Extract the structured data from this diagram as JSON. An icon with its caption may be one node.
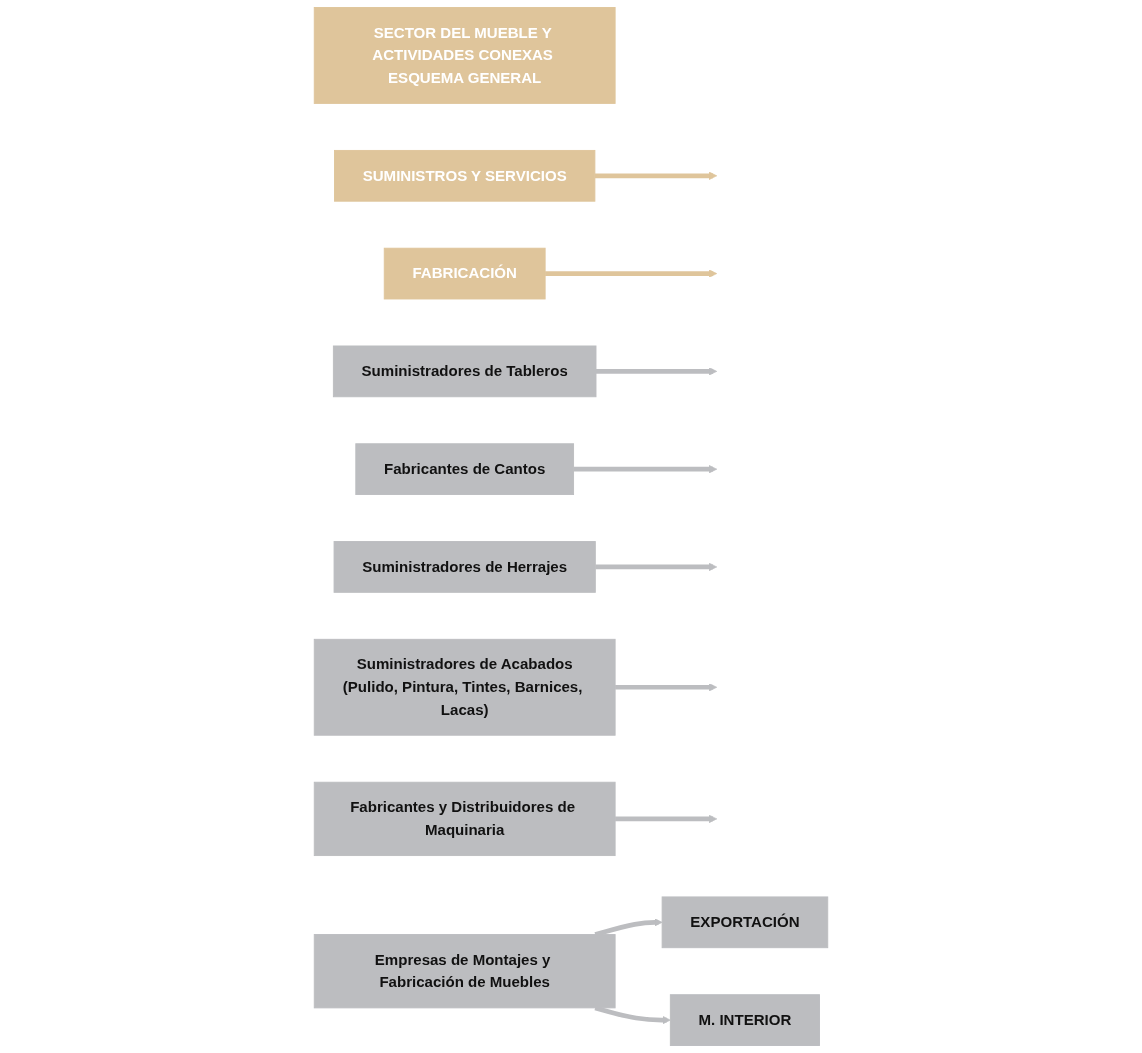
{
  "diagram": {
    "nodes": [
      {
        "text": [
          "SECTOR DEL MUEBLE Y ACTIVIDADES CONEXAS ESQUEMA GENERAL"
        ]
      },
      {
        "text": [
          "SUMINISTROS Y SERVICIOS"
        ]
      },
      {
        "text": [
          "FABRICACIÓN"
        ]
      },
      {
        "text": [
          "Suministradores de Tableros"
        ]
      },
      {
        "text": [
          "Fabricantes de Cantos"
        ]
      },
      {
        "text": [
          "Suministradores de Herrajes"
        ]
      },
      {
        "text": [
          "Suministradores de Acabados",
          "(Pulido, Pintura, Tintes, Barnices, Lacas)"
        ]
      },
      {
        "text": [
          "Fabricantes y Distribuidores de Maquinaria"
        ]
      },
      {
        "text": [
          "Empresas de Montajes y Fabricación de Muebles"
        ]
      },
      {
        "text": [
          "EXPORTACIÓN"
        ]
      },
      {
        "text": [
          "M. INTERIOR"
        ]
      }
    ],
    "edges": [
      {
        "from": 1,
        "to": null,
        "arrow": "to",
        "color": "#dfc59b"
      },
      {
        "from": 2,
        "to": null,
        "arrow": "to",
        "color": "#dfc59b"
      },
      {
        "from": 3,
        "to": null,
        "arrow": "to"
      },
      {
        "from": 4,
        "to": null,
        "arrow": "to"
      },
      {
        "from": 5,
        "to": null,
        "arrow": "to"
      },
      {
        "from": 6,
        "to": null,
        "arrow": "to"
      },
      {
        "from": 7,
        "to": null,
        "arrow": "to"
      },
      {
        "from": 8,
        "to": 9,
        "arrow": "to"
      },
      {
        "from": 8,
        "to": 10,
        "arrow": "to"
      }
    ]
  }
}
